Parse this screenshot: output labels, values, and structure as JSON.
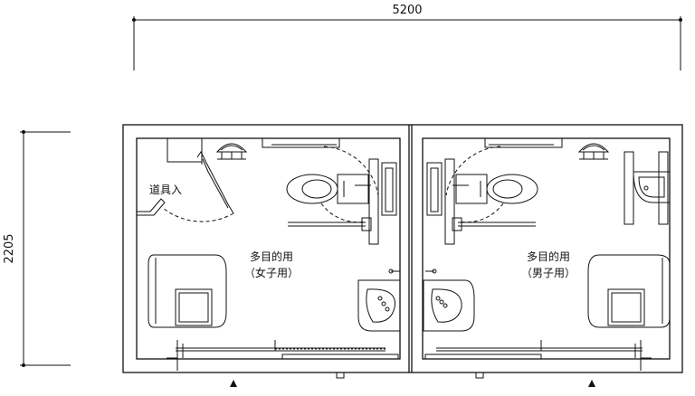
{
  "dimensions": {
    "overall_width": "5200",
    "overall_depth": "2205"
  },
  "rooms": [
    {
      "name": "多目的用",
      "subtitle": "（女子用）",
      "storage_label": "道具入"
    },
    {
      "name": "多目的用",
      "subtitle": "（男子用）"
    }
  ],
  "icons": [
    "entrance-arrow-icon",
    "toilet-icon",
    "sink-icon",
    "changing-table-icon",
    "baby-seat-icon",
    "urinal-icon",
    "grab-bar-icon"
  ],
  "colors": {
    "line": "#111111",
    "background": "#ffffff"
  }
}
